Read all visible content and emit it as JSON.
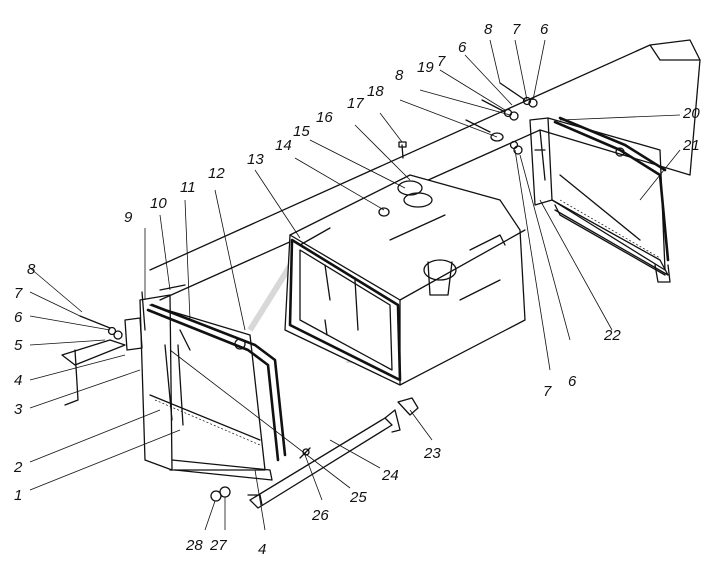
{
  "callouts": [
    {
      "id": "c1",
      "text": "1"
    },
    {
      "id": "c2",
      "text": "2"
    },
    {
      "id": "c3",
      "text": "3"
    },
    {
      "id": "c4a",
      "text": "4"
    },
    {
      "id": "c4b",
      "text": "4"
    },
    {
      "id": "c5",
      "text": "5"
    },
    {
      "id": "c6a",
      "text": "6"
    },
    {
      "id": "c6b",
      "text": "6"
    },
    {
      "id": "c6c",
      "text": "6"
    },
    {
      "id": "c6d",
      "text": "6"
    },
    {
      "id": "c7a",
      "text": "7"
    },
    {
      "id": "c7b",
      "text": "7"
    },
    {
      "id": "c7c",
      "text": "7"
    },
    {
      "id": "c7d",
      "text": "7"
    },
    {
      "id": "c8a",
      "text": "8"
    },
    {
      "id": "c8b",
      "text": "8"
    },
    {
      "id": "c8c",
      "text": "8"
    },
    {
      "id": "c9",
      "text": "9"
    },
    {
      "id": "c10",
      "text": "10"
    },
    {
      "id": "c11",
      "text": "11"
    },
    {
      "id": "c12",
      "text": "12"
    },
    {
      "id": "c13",
      "text": "13"
    },
    {
      "id": "c14",
      "text": "14"
    },
    {
      "id": "c15",
      "text": "15"
    },
    {
      "id": "c16",
      "text": "16"
    },
    {
      "id": "c17",
      "text": "17"
    },
    {
      "id": "c18",
      "text": "18"
    },
    {
      "id": "c19",
      "text": "19"
    },
    {
      "id": "c20",
      "text": "20"
    },
    {
      "id": "c21",
      "text": "21"
    },
    {
      "id": "c22",
      "text": "22"
    },
    {
      "id": "c23",
      "text": "23"
    },
    {
      "id": "c24",
      "text": "24"
    },
    {
      "id": "c25",
      "text": "25"
    },
    {
      "id": "c26",
      "text": "26"
    },
    {
      "id": "c27",
      "text": "27"
    },
    {
      "id": "c28",
      "text": "28"
    }
  ]
}
